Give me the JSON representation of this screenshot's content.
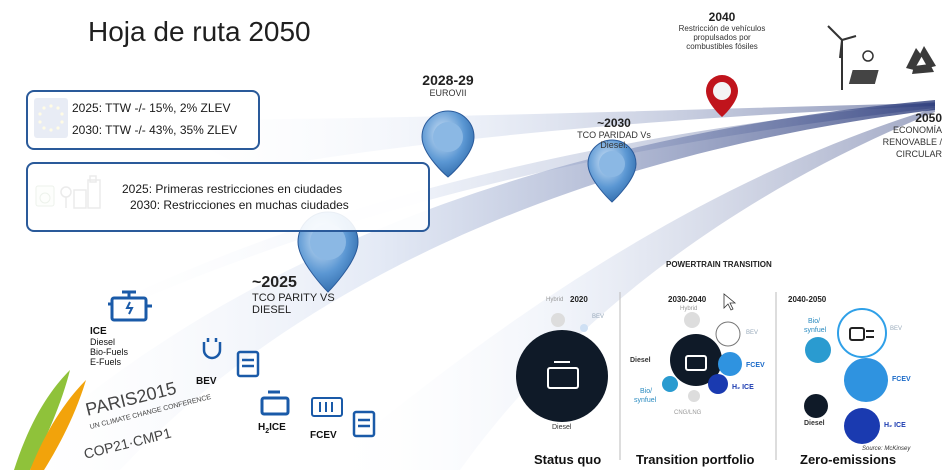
{
  "title": "Hoja de ruta 2050",
  "eu_box": {
    "line1": "2025: TTW -/- 15%,  2% ZLEV",
    "line2": "2030: TTW -/- 43%, 35% ZLEV"
  },
  "city_box": {
    "line1": "2025: Primeras restricciones en ciudades",
    "line2": "2030: Restricciones en muchas ciudades"
  },
  "milestones": {
    "m2028": {
      "year": "2028-29",
      "text": "EUROVII"
    },
    "m2030": {
      "year": "~2030",
      "text1": "TCO PARIDAD Vs",
      "text2": "Diesel."
    },
    "m2040": {
      "year": "2040",
      "text1": "Restricción de vehículos",
      "text2": "propulsados por",
      "text3": "combustibles fósiles"
    },
    "m2050": {
      "year": "2050",
      "text1": "ECONOMÍA",
      "text2": "RENOVABLE /",
      "text3": "CIRCULAR"
    },
    "m2025": {
      "year": "~2025",
      "text1": "TCO PARITY VS",
      "text2": "DIESEL"
    }
  },
  "vehicles": {
    "ice_title": "ICE",
    "ice_items": [
      "Diesel",
      "Bio-Fuels",
      "E-Fuels"
    ],
    "bev": "BEV",
    "h2ice": "H",
    "h2ice_sub": "2",
    "h2ice_rest": "ICE",
    "fcev": "FCEV"
  },
  "paris": {
    "big": "PARIS2015",
    "mid": "UN CLIMATE CHANGE CONFERENCE",
    "cop": "COP21·CMP1"
  },
  "powertrain": {
    "title": "POWERTRAIN TRANSITION",
    "col1": {
      "period": "2020",
      "hybrid": "Hybrid",
      "bev": "BEV",
      "diesel": "Diesel",
      "label": "Status quo"
    },
    "col2": {
      "period": "2030-2040",
      "hybrid": "Hybrid",
      "bev": "BEV",
      "diesel": "Diesel",
      "fcev": "FCEV",
      "h2ice": "H₂ ICE",
      "bio": "Bio/",
      "synfuel": "synfuel",
      "cng": "CNG/LNG",
      "label": "Transition portfolio"
    },
    "col3": {
      "period": "2040-2050",
      "bio": "Bio/",
      "synfuel": "synfuel",
      "bev": "BEV",
      "fcev": "FCEV",
      "diesel": "Diesel",
      "h2ice": "H₂ ICE",
      "label": "Zero-emissions"
    },
    "source": "Source: McKinsey"
  },
  "colors": {
    "frame": "#2a5a9a",
    "pin": "#4a86c8",
    "pin_red": "#c0141c",
    "dark_circle": "#0f1a28"
  }
}
